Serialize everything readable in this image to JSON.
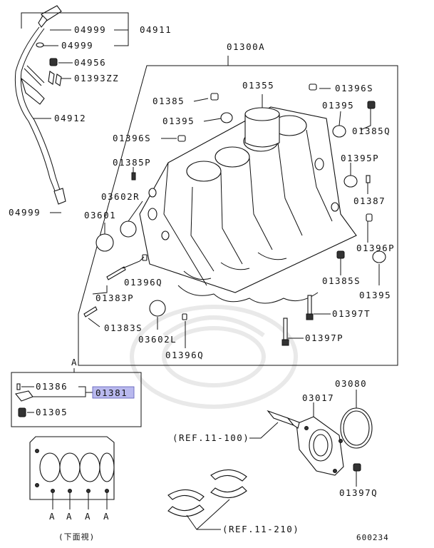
{
  "diagram": {
    "labels": {
      "p04911": "04911",
      "p04999a": "04999",
      "p04999b": "04999",
      "p04956": "04956",
      "p01393zz": "01393ZZ",
      "p04912": "04912",
      "p04999c": "04999",
      "p01300a": "01300A",
      "p01355": "01355",
      "p01396s_top": "01396S",
      "p01385": "01385",
      "p01395_top_left": "01395",
      "p01395_top_right": "01395",
      "p01385q": "01385Q",
      "p01396s_left": "01396S",
      "p01385p": "01385P",
      "p01395p": "01395P",
      "p03602r": "03602R",
      "p01387": "01387",
      "p03601": "03601",
      "p01396p": "01396P",
      "p01396q": "01396Q",
      "p01385s": "01385S",
      "p01383p": "01383P",
      "p01395_right": "01395",
      "p01397t": "01397T",
      "p01383s": "01383S",
      "p03602l": "03602L",
      "p01397p": "01397P",
      "p01396q_bottom": "01396Q",
      "inset_title": "A",
      "p01386": "01386",
      "p01381": "01381",
      "p01305": "01305",
      "p03080": "03080",
      "p03017": "03017",
      "ref_11_100": "(REF.11-100)",
      "ref_11_210": "(REF.11-210)",
      "p01397q": "01397Q",
      "view_a1": "A",
      "view_a2": "A",
      "view_a3": "A",
      "view_a4": "A",
      "bottom_view": "(下面視)",
      "drawing_number": "600234"
    },
    "highlighted_part": "01381",
    "highlight_color": "#b9b9ee"
  }
}
